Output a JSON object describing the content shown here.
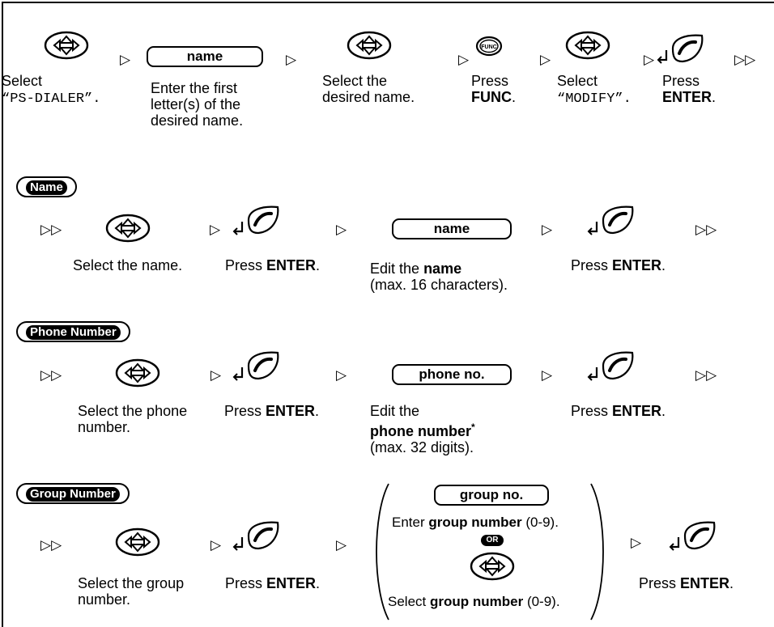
{
  "row1": {
    "step1": {
      "line1": "Select",
      "line2": "“PS-DIALER”."
    },
    "name_key": "name",
    "step2": {
      "line1": "Enter the first",
      "line2": "letter(s) of the",
      "line3": "desired name."
    },
    "step3": {
      "line1": "Select the",
      "line2": "desired name."
    },
    "func_key": "FUNC",
    "step4": {
      "line1": "Press",
      "bold": "FUNC",
      "end": "."
    },
    "step5": {
      "line1": "Select",
      "line2": "“MODIFY”."
    },
    "step6": {
      "line1": "Press",
      "bold": "ENTER",
      "end": "."
    }
  },
  "sections": {
    "name": {
      "label": "Name",
      "select_text": "Select the name.",
      "press1": "Press",
      "enter1": "ENTER",
      "end1": ".",
      "key": "name",
      "edit1": "Edit the",
      "edit_bold": "name",
      "edit2": "(max. 16 characters).",
      "press2": "Press",
      "enter2": "ENTER",
      "end2": "."
    },
    "phone": {
      "label": "Phone Number",
      "select1": "Select the phone",
      "select2": "number.",
      "press1": "Press",
      "enter1": "ENTER",
      "end1": ".",
      "key": "phone no.",
      "edit1": "Edit the",
      "edit_bold": "phone number",
      "star": "*",
      "edit2": "(max. 32 digits).",
      "press2": "Press",
      "enter2": "ENTER",
      "end2": "."
    },
    "group": {
      "label": "Group Number",
      "select1": "Select the group",
      "select2": "number.",
      "press1": "Press",
      "enter1": "ENTER",
      "end1": ".",
      "key": "group no.",
      "enter_pre": "Enter",
      "enter_bold": "group number",
      "enter_post": "(0-9).",
      "or": "OR",
      "select_pre": "Select",
      "select_bold": "group number",
      "select_post": "(0-9).",
      "press2": "Press",
      "enter2": "ENTER",
      "end2": "."
    }
  }
}
